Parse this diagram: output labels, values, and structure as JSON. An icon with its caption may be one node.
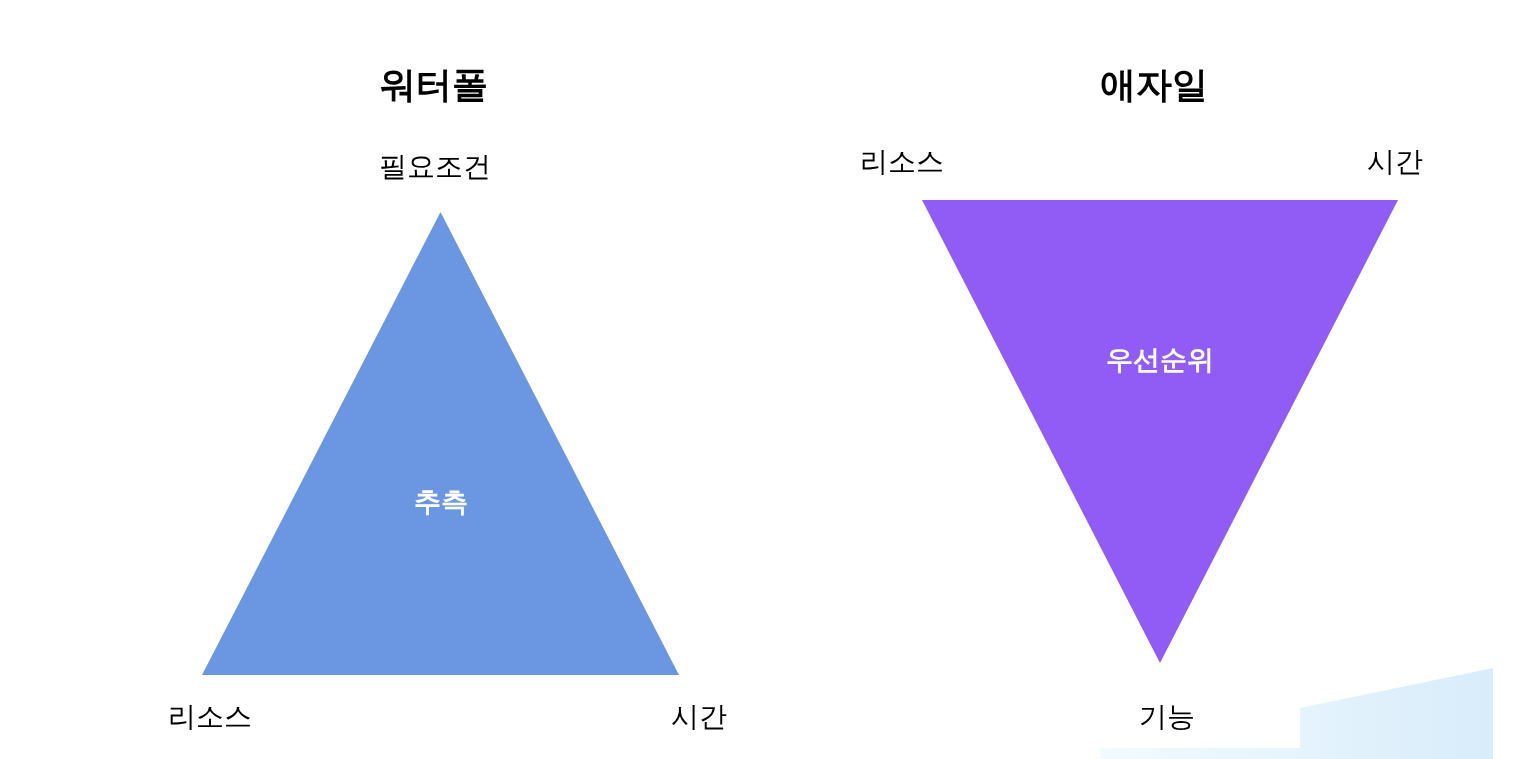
{
  "diagram": {
    "nodes": [
      {
        "text": [
          "추측"
        ],
        "beside": [
          "필요조건",
          "리소스",
          "시간"
        ]
      },
      {
        "text": [
          "우선순위"
        ],
        "beside": [
          "리소스",
          "시간",
          "기능"
        ]
      }
    ],
    "labels": [
      "워터폴",
      "애자일"
    ]
  }
}
